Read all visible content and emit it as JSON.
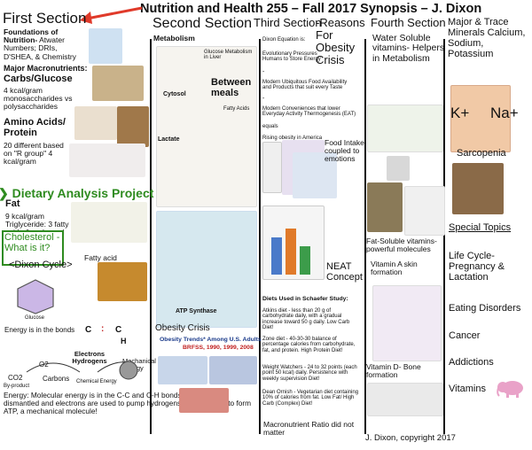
{
  "header": {
    "title": "Nutrition and Health 255 – Fall 2017 Synopsis – J. Dixon"
  },
  "sections": {
    "first": "First Section",
    "second": "Second Section",
    "third": "Third Section",
    "third_sub": "-Reasons For Obesity Crisis",
    "fourth": "Fourth Section",
    "fourth_sub": "Water Soluble vitamins- Helpers in Metabolism"
  },
  "col1": {
    "foundations": "Foundations of Nutrition-",
    "foundations_rest": " Atwater Numbers; DRIs, D'SHEA, & Chemistry",
    "macros": "Major Macronutrients:",
    "carbs": "Carbs/Glucose",
    "carbs_text": "4 kcal/gram monosaccharides vs polysaccharides",
    "amino": "Amino Acids/ Protein",
    "amino_text": "20 different based on \"R group\" 4 kcal/gram",
    "dap": "Dietary Analysis Project",
    "fat": "Fat",
    "fat_text": "9 kcal/gram Triglyceride: 3 fatty acids & a glycerol",
    "cholesterol": "Cholesterol -What is it?",
    "fatty_acid": "Fatty acid",
    "dixon_cycle": "<Dixon Cycle>",
    "glucose_label": "Glucose",
    "energy_bonds": "Energy is in the bonds",
    "electrons": "Electrons Hydrogens",
    "chemical_energy": "Chemical Energy",
    "mechanical": "Mechanical Energy",
    "o2": "O2",
    "carbons": "Carbons",
    "co2": "CO2",
    "byproduct": "By-product",
    "c1": "C",
    "c2": "C",
    "h": "H",
    "energy_note": "Energy: Molecular energy is in the C-C and C-H bonds; Bonds are dismantled and electrons are used to pump hydrogens that are used to form ATP, a mechanical molecule!"
  },
  "col2": {
    "metabolism": "Metabolism",
    "between_meals": "Between meals",
    "glucose_meta": "Glucose Metabolism in Liver",
    "cytosol": "Cytosol",
    "lactate": "Lactate",
    "fatty_acids": "Fatty Acids",
    "atp_synthase": "ATP Synthase",
    "obesity_crisis": "Obesity Crisis",
    "trends_title": "Obesity Trends* Among U.S. Adults",
    "trends_years": "BRFSS, 1990, 1999, 2008"
  },
  "col3": {
    "dixon_eq": "Dixon Equation is:",
    "evo": "Evolutionary Pressures Humans to Store Energy",
    "modern1": "Modern Ubiquitous Food Availability and Products that suit every Taste",
    "modern2": "Modern Conveniences that lower Everyday Activity Thermogenesis (EAT)",
    "equals": "equals",
    "rising": "Rising obesity in America",
    "food_intake": "Food Intake coupled to emotions",
    "neat": "NEAT Concept",
    "diets_title": "Diets Used in Schaefer Study:",
    "atkins": "Atkins diet - less than 20 g of carbohydrate daily, with a gradual increase toward 50 g daily. Low Carb Diet!",
    "zone": "Zone diet - 40-30-30 balance of percentage calories from carbohydrate, fat, and protein. High Protein Diet!",
    "ww": "Weight Watchers - 24 to 32 points (each point 50 kcal) daily. Persistence with weekly supervision Diet!",
    "ornish": "Dean Ornish - Vegetarian diet containing 10% of calories from fat. Low Fat/ High Carb (Complex) Diet!",
    "macro_ratio": "Macronutrient Ratio did not matter"
  },
  "col4": {
    "fat_soluble": "Fat-Soluble vitamins- powerful molecules",
    "vit_a": "Vitamin A skin formation",
    "vit_d": "Vitamin D- Bone formation"
  },
  "col5": {
    "minerals": "Major & Trace Minerals Calcium, Sodium, Potassium",
    "kplus": "K+",
    "naplus": "Na+",
    "sarcopenia": "Sarcopenia",
    "special": "Special Topics",
    "topics": [
      "Life Cycle- Pregnancy & Lactation",
      "Eating Disorders",
      "Cancer",
      "Addictions",
      "Vitamins"
    ]
  },
  "footer": {
    "copyright": "J. Dixon, copyright 2017"
  },
  "colors": {
    "arrow_red": "#e03a2a",
    "project_green": "#2e8b1f"
  },
  "icons": [
    "arrow-left-icon",
    "elephant-icon",
    "glucose-ring-icon",
    "bear-image",
    "tower-image"
  ]
}
